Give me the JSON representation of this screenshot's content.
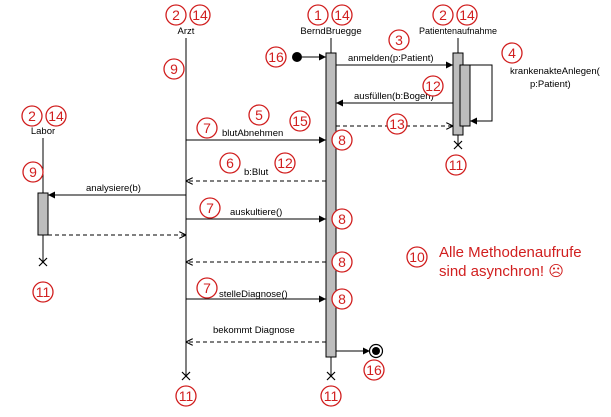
{
  "lifelines": {
    "arzt": "Arzt",
    "bernd": "BerndBruegge",
    "patient": "Patientenaufnahme",
    "labor": "Labor"
  },
  "messages": {
    "anmelden": "anmelden(p:Patient)",
    "krankenakte_line1": "krankenakteAnlegen(",
    "krankenakte_line2": "p:Patient)",
    "ausfuellen": "ausfüllen(b:Bogen)",
    "blut_abnehmen": "blutAbnehmen",
    "b_blut": "b:Blut",
    "analysiere": "analysiere(b)",
    "auskultiere": "auskultiere()",
    "stelle_diagnose": "stelleDiagnose()",
    "bekommt_diagnose": "bekommt Diagnose"
  },
  "note": {
    "line1": "Alle Methodenaufrufe",
    "line2": "sind asynchron! ☹"
  },
  "markers": {
    "arzt_a": "2",
    "arzt_b": "14",
    "bernd_a": "1",
    "bernd_b": "14",
    "patient_a": "2",
    "patient_b": "14",
    "labor_a": "2",
    "labor_b": "14",
    "anmelden": "3",
    "krankenakte": "4",
    "blut": "5",
    "b_blut_a": "6",
    "b_blut_b": "12",
    "msg_blut": "7",
    "msg_ausk": "7",
    "msg_diag": "7",
    "act_1": "8",
    "act_2": "8",
    "act_3": "8",
    "act_4": "8",
    "arzt_act": "9",
    "labor_act": "9",
    "note": "10",
    "end_patient": "11",
    "end_labor": "11",
    "end_arzt": "11",
    "end_bernd": "11",
    "ausfuellen": "12",
    "return_patient": "13",
    "blut_15": "15",
    "start": "16",
    "final": "16"
  },
  "colors": {
    "marker": "#d11f1f",
    "activation": "#bdbdbd",
    "line": "#000000"
  }
}
